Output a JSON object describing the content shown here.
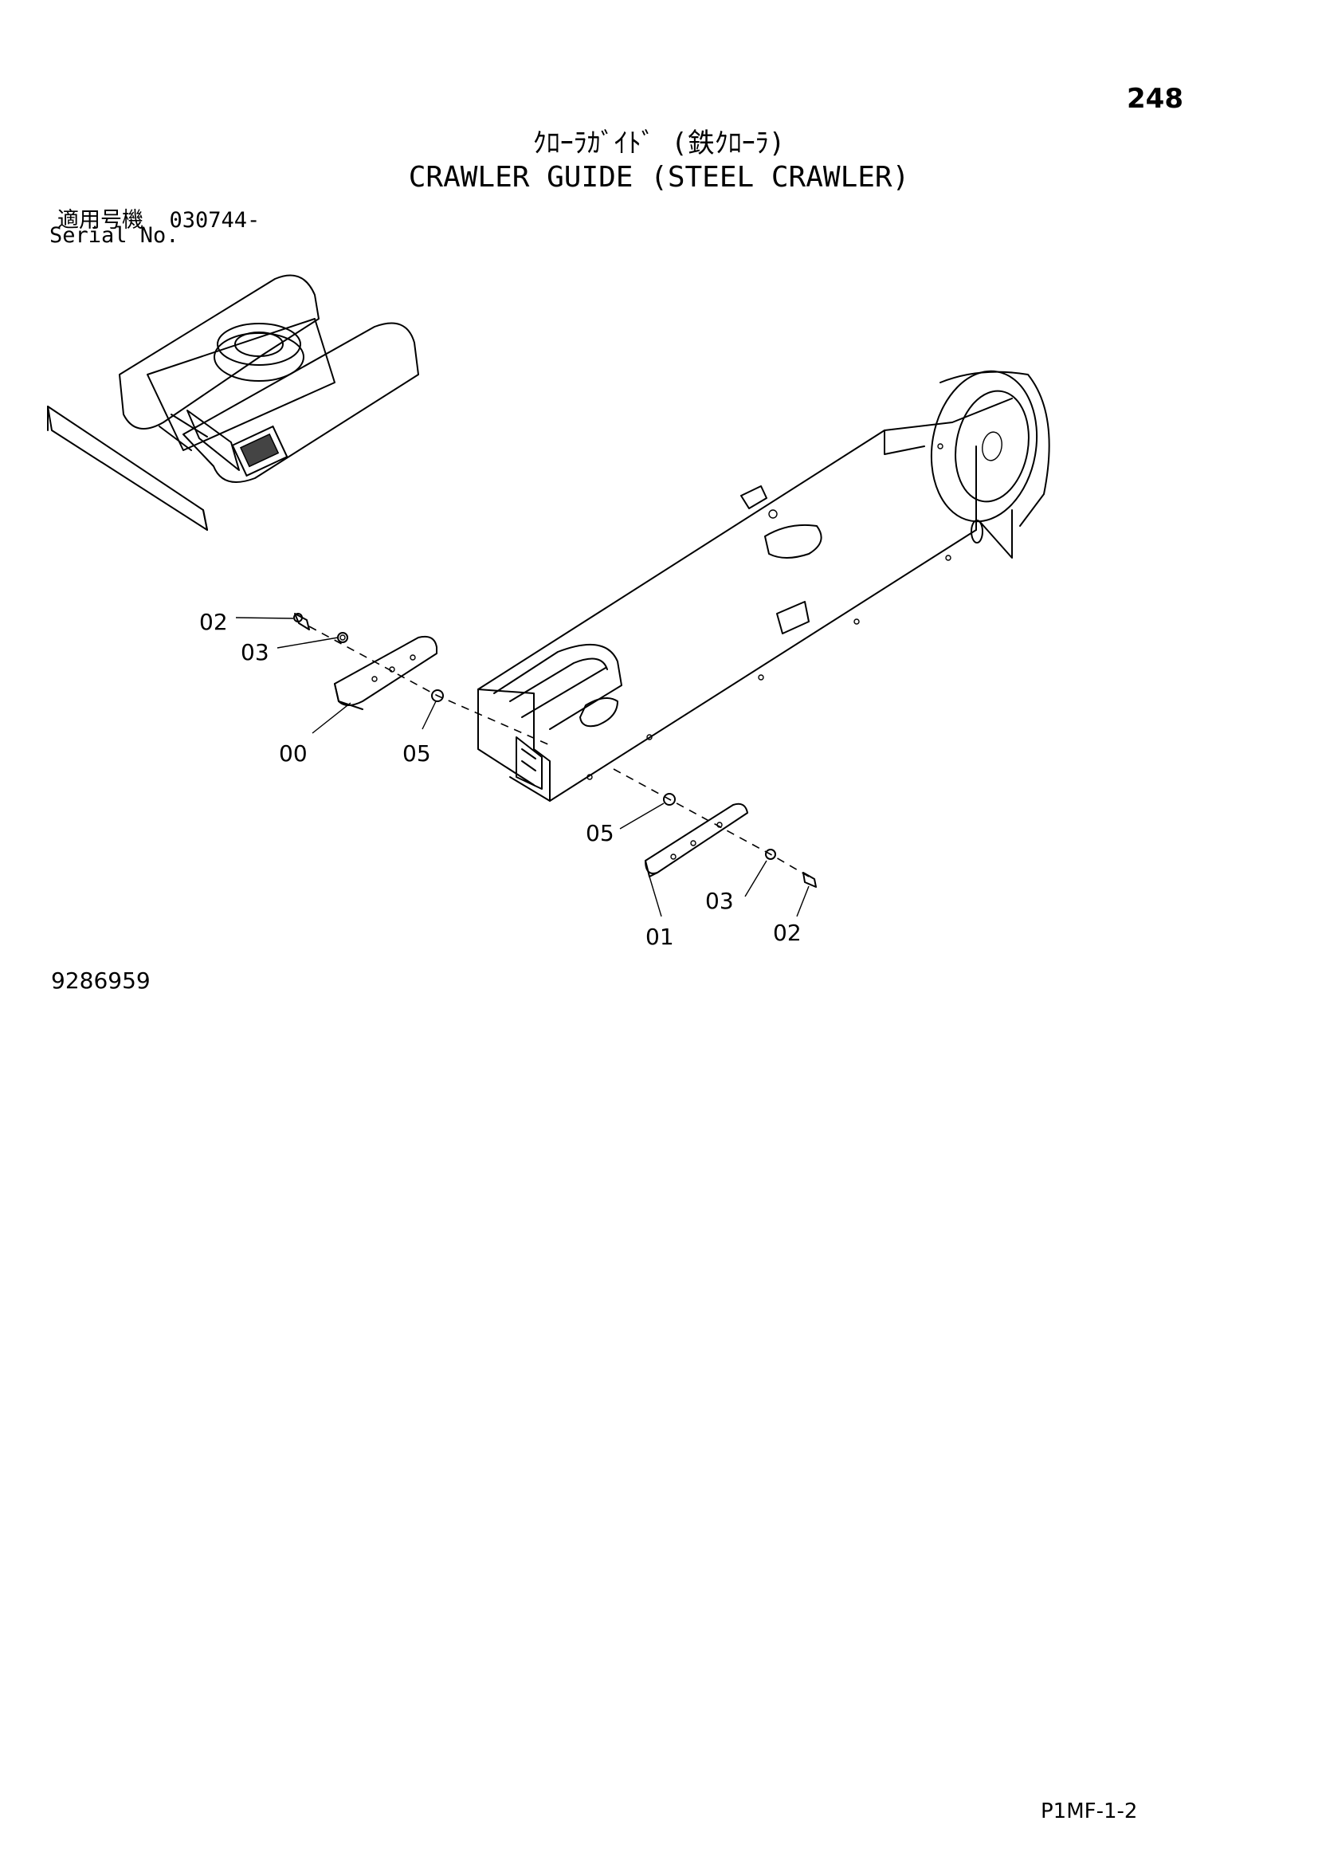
{
  "page": {
    "number": "248",
    "title_jp": "ｸﾛｰﾗｶﾞｲﾄﾞ (鉄ｸﾛｰﾗ)",
    "title_en": "CRAWLER GUIDE (STEEL CRAWLER)",
    "serial_label_jp": "適用号機",
    "serial_value": "030744-",
    "serial_label_en": "Serial No.",
    "drawing_number": "9286959",
    "page_code": "P1MF-1-2"
  },
  "callouts": {
    "c1": "02",
    "c2": "03",
    "c3": "00",
    "c4": "05",
    "c5": "05",
    "c6": "01",
    "c7": "03",
    "c8": "02"
  }
}
